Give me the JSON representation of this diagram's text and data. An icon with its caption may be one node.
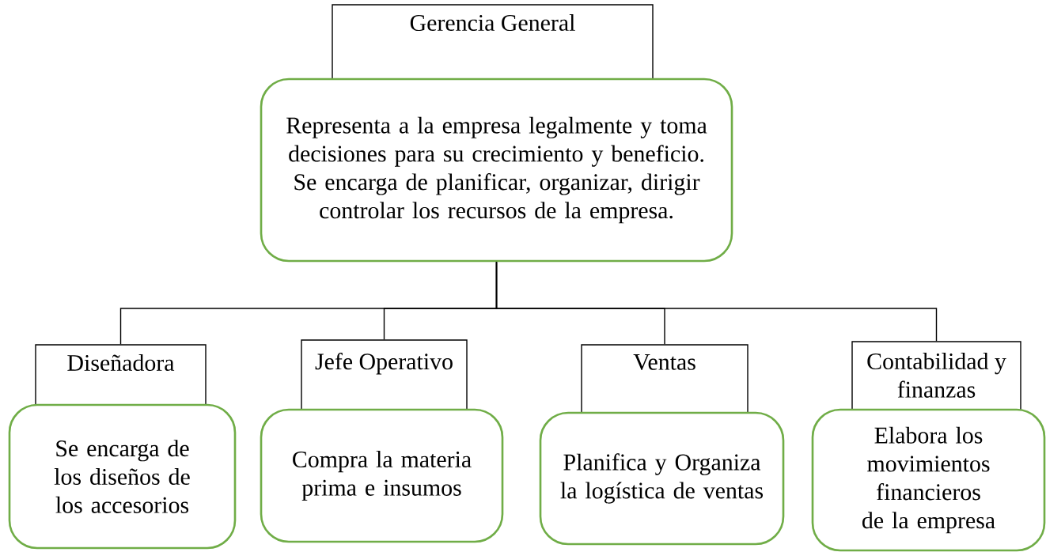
{
  "diagram": {
    "nodes": [
      {
        "text": [
          "Gerencia General"
        ]
      },
      {
        "text": [
          "Representa a la empresa legalmente y toma decisiones para su crecimiento y beneficio. Se encarga de planificar, organizar, dirigir controlar los recursos de la empresa."
        ]
      },
      {
        "text": [
          "Diseñadora"
        ]
      },
      {
        "text": [
          "Se encarga de los diseños de los accesorios"
        ]
      },
      {
        "text": [
          "Jefe Operativo"
        ]
      },
      {
        "text": [
          "Compra la materia prima e insumos"
        ]
      },
      {
        "text": [
          "Ventas"
        ]
      },
      {
        "text": [
          "Planifica y Organiza la logística de ventas"
        ]
      },
      {
        "text": [
          "Contabilidad y finanzas"
        ]
      },
      {
        "text": [
          "Elabora los movimientos financieros de la empresa"
        ]
      }
    ],
    "edges": [
      {
        "from": 1,
        "to": 2,
        "arrow": "none"
      },
      {
        "from": 1,
        "to": 4,
        "arrow": "none"
      },
      {
        "from": 1,
        "to": 6,
        "arrow": "none"
      },
      {
        "from": 1,
        "to": 8,
        "arrow": "none"
      }
    ]
  }
}
